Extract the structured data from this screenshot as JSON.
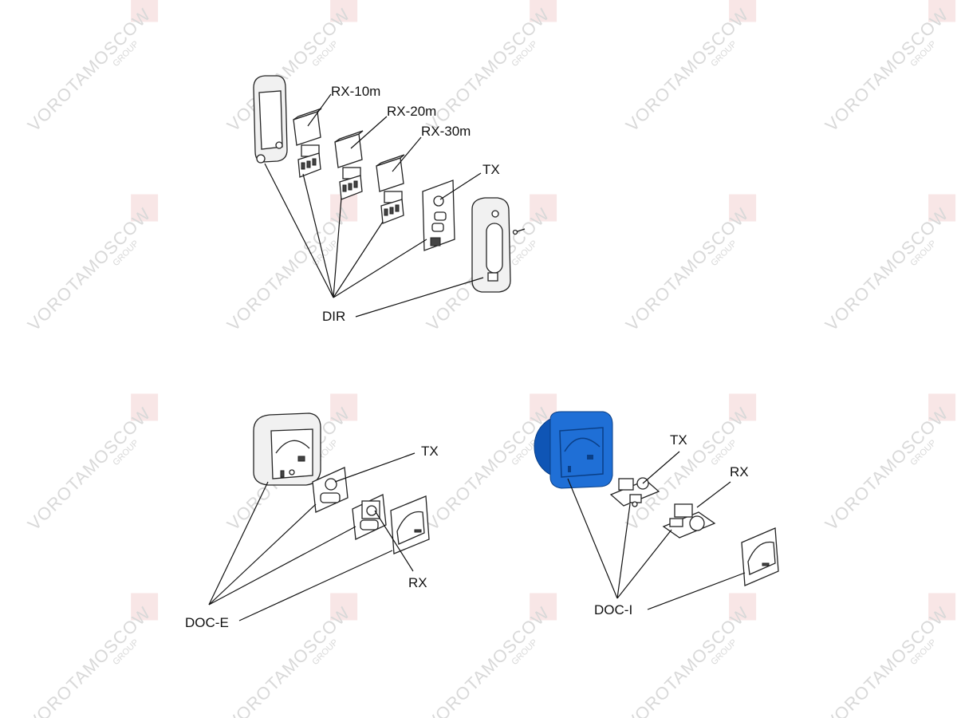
{
  "watermark": {
    "brand": "VOROTAMOSCOW",
    "sub": "GROUP"
  },
  "colors": {
    "highlight": "#1f6fd6",
    "highlight_dark": "#0f55b5",
    "lines": "#111111"
  },
  "groups": {
    "dir": {
      "title": "DIR",
      "labels": {
        "rx10": "RX-10m",
        "rx20": "RX-20m",
        "rx30": "RX-30m",
        "tx": "TX"
      }
    },
    "doc_e": {
      "title": "DOC-E",
      "labels": {
        "tx": "TX",
        "rx": "RX"
      }
    },
    "doc_i": {
      "title": "DOC-I",
      "labels": {
        "tx": "TX",
        "rx": "RX"
      }
    }
  }
}
